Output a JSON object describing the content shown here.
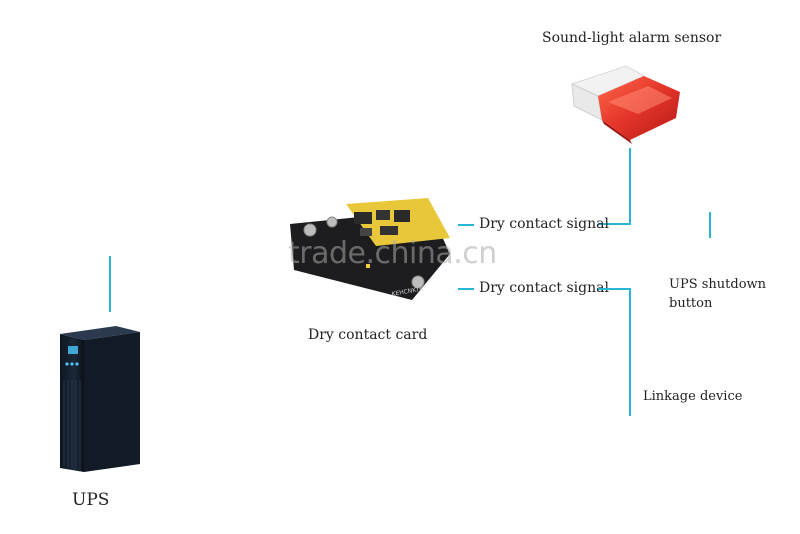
{
  "labels": {
    "alarm_sensor": "Sound-light alarm sensor",
    "signal_top": "Dry contact signal",
    "signal_bottom": "Dry contact signal",
    "dry_contact_card": "Dry contact card",
    "ups_shutdown_line1": "UPS shutdown",
    "ups_shutdown_line2": "button",
    "linkage_device": "Linkage device",
    "ups": "UPS"
  },
  "card_brand": "KEHCNKTR",
  "watermark": "trade.china.cn",
  "colors": {
    "connector_line": "#29b6d6",
    "alarm_red": "#e3342a",
    "card_black": "#1d1d1f",
    "card_yellow": "#e8c83a",
    "ups_body": "#15202e"
  }
}
